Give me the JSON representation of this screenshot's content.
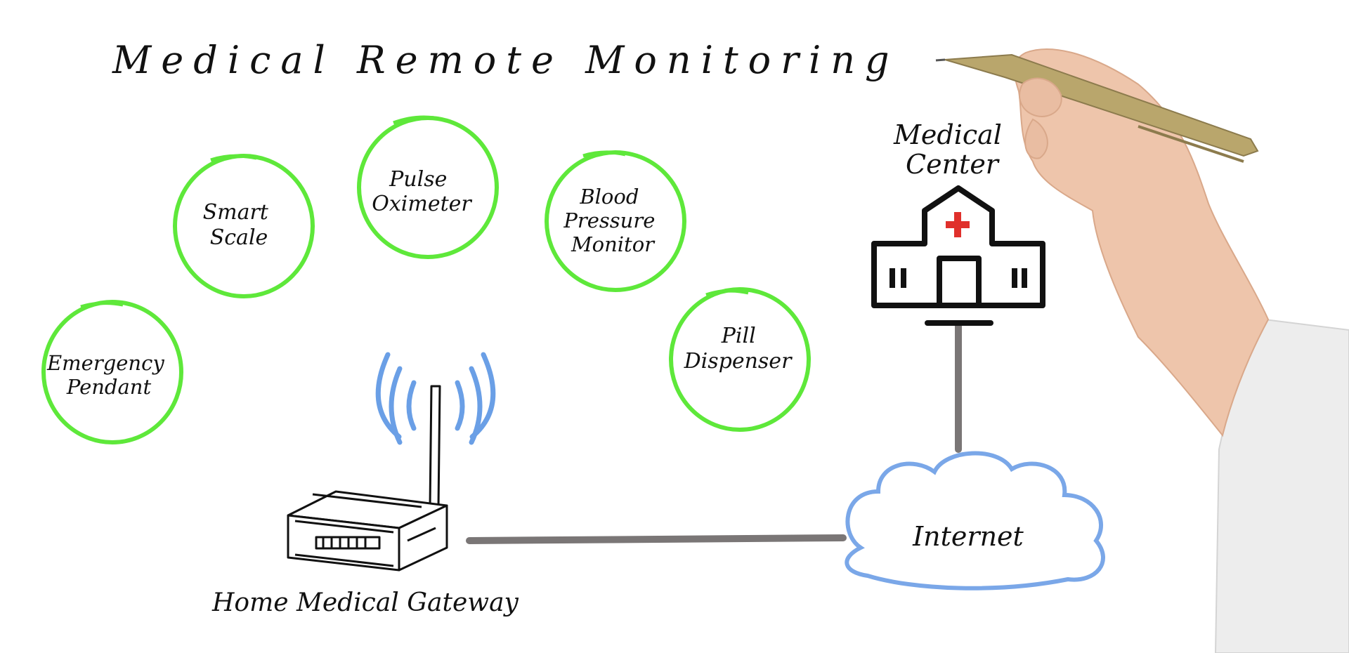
{
  "title": "Medical Remote Monitoring",
  "devices": [
    {
      "id": "smart-scale",
      "lines": [
        "Smart",
        "Scale"
      ]
    },
    {
      "id": "pulse-oximeter",
      "lines": [
        "Pulse",
        "Oximeter"
      ]
    },
    {
      "id": "blood-pressure-monitor",
      "lines": [
        "Blood",
        "Pressure",
        "Monitor"
      ]
    },
    {
      "id": "emergency-pendant",
      "lines": [
        "Emergency",
        "Pendant"
      ]
    },
    {
      "id": "pill-dispenser",
      "lines": [
        "Pill",
        "Dispenser"
      ]
    }
  ],
  "gateway": {
    "label": "Home Medical Gateway"
  },
  "medical_center": {
    "lines": [
      "Medical",
      "Center"
    ]
  },
  "cloud": {
    "label": "Internet"
  },
  "colors": {
    "circle": "#5ee83a",
    "wifi": "#6a9fe6",
    "cloud": "#7aa7e8",
    "connector": "#7a7676",
    "cross": "#e0302b",
    "ink": "#111111"
  },
  "icons": [
    "wifi-signal-icon",
    "router-icon",
    "hospital-icon",
    "cloud-icon",
    "hand-with-pen-icon"
  ]
}
